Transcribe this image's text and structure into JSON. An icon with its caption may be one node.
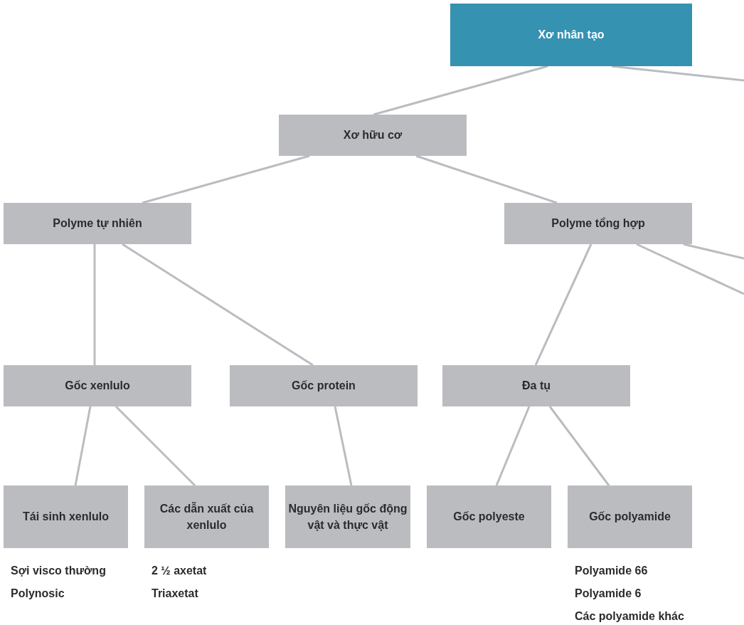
{
  "diagram": {
    "nodes": [
      {
        "text": [
          "Xơ nhân tạo"
        ]
      },
      {
        "text": [
          "Xơ hữu cơ"
        ]
      },
      {
        "text": [
          "Polyme tự nhiên"
        ]
      },
      {
        "text": [
          "Polyme tổng hợp"
        ]
      },
      {
        "text": [
          "Gốc xenlulo"
        ]
      },
      {
        "text": [
          "Gốc protein"
        ]
      },
      {
        "text": [
          "Đa tụ"
        ]
      },
      {
        "text": [
          "Tái sinh xenlulo"
        ],
        "beside": [
          "Sợi visco thường",
          "Polynosic"
        ]
      },
      {
        "text": [
          "Các dẫn xuất của xenlulo"
        ],
        "beside": [
          "2 ½ axetat",
          "Triaxetat"
        ]
      },
      {
        "text": [
          "Nguyên liệu gốc động vật và thực vật"
        ]
      },
      {
        "text": [
          "Gốc polyeste"
        ]
      },
      {
        "text": [
          "Gốc polyamide"
        ],
        "beside": [
          "Polyamide 66",
          "Polyamide 6",
          "Các polyamide khác"
        ]
      }
    ],
    "edges": [
      {
        "from": 0,
        "to": 1,
        "arrow": "none"
      },
      {
        "from": 0,
        "to": null,
        "arrow": "none"
      },
      {
        "from": 1,
        "to": 2,
        "arrow": "none"
      },
      {
        "from": 1,
        "to": 3,
        "arrow": "none"
      },
      {
        "from": 2,
        "to": 4,
        "arrow": "none"
      },
      {
        "from": 2,
        "to": 5,
        "arrow": "none"
      },
      {
        "from": 3,
        "to": 6,
        "arrow": "none"
      },
      {
        "from": 3,
        "to": null,
        "arrow": "none"
      },
      {
        "from": 3,
        "to": null,
        "arrow": "none"
      },
      {
        "from": 4,
        "to": 7,
        "arrow": "none"
      },
      {
        "from": 4,
        "to": 8,
        "arrow": "none"
      },
      {
        "from": 5,
        "to": 9,
        "arrow": "none"
      },
      {
        "from": 6,
        "to": 10,
        "arrow": "none"
      },
      {
        "from": 6,
        "to": 11,
        "arrow": "none"
      }
    ]
  }
}
